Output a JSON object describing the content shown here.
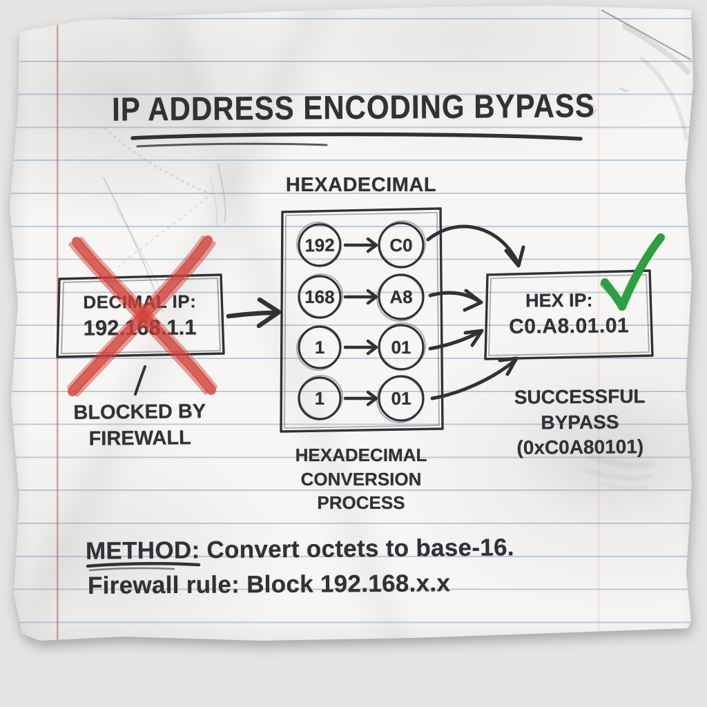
{
  "title": "IP ADDRESS ENCODING BYPASS",
  "decimal_box": {
    "label": "DECIMAL IP:",
    "value": "192.168.1.1"
  },
  "blocked_label": {
    "line1": "BLOCKED BY",
    "line2": "FIREWALL"
  },
  "hex_panel": {
    "header": "HEXADECIMAL",
    "rows": [
      {
        "dec": "192",
        "hex": "C0"
      },
      {
        "dec": "168",
        "hex": "A8"
      },
      {
        "dec": "1",
        "hex": "01"
      },
      {
        "dec": "1",
        "hex": "01"
      }
    ],
    "caption": {
      "line1": "HEXADECIMAL",
      "line2": "CONVERSION",
      "line3": "PROCESS"
    }
  },
  "hex_box": {
    "label": "HEX IP:",
    "value": "C0.A8.01.01"
  },
  "success_label": {
    "line1": "SUCCESSFUL",
    "line2": "BYPASS",
    "line3": "(0xC0A80101)"
  },
  "notes": {
    "method_keyword": "METHOD",
    "method_rest": ": Convert octets to base-16.",
    "firewall_rule": "Firewall rule: Block 192.168.x.x"
  },
  "colors": {
    "ink": "#313136",
    "red_x": "#d04138",
    "green_check": "#2f9e44",
    "ruled_line": "rgba(128,158,192,0.5)",
    "margin_line": "#c45a54"
  }
}
